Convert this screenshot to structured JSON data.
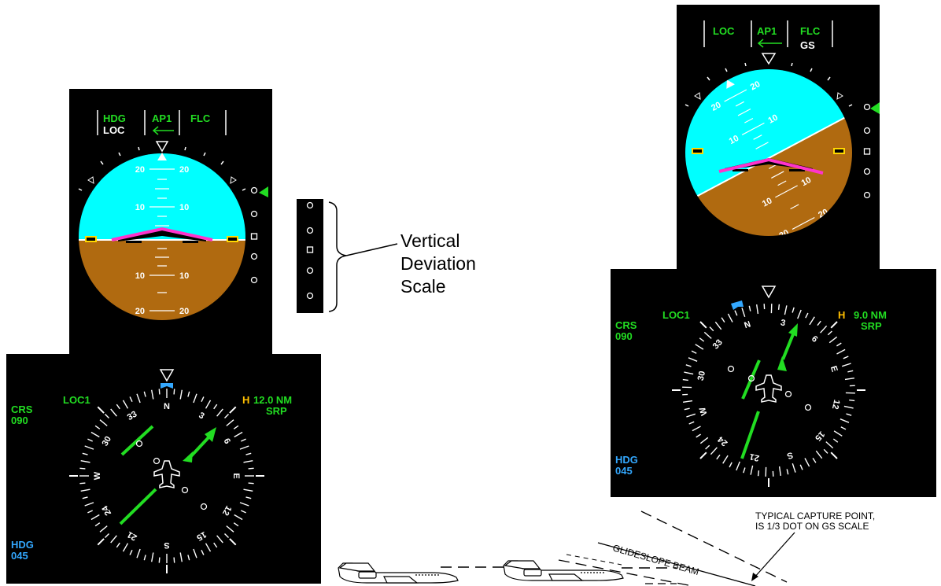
{
  "colors": {
    "sky": "#00ffff",
    "ground": "#b06a10",
    "active_mode": "#22dd22",
    "armed_mode": "#ffffff",
    "magenta_cue": "#ff33cc",
    "hdg_cyan": "#33a8ff",
    "hsi_source": "#ffbf00",
    "deviation_pointer": "#22dd22"
  },
  "left_display": {
    "fma": {
      "lateral_active": "HDG",
      "lateral_armed": "LOC",
      "autopilot": "AP1",
      "vertical_active": "FLC"
    },
    "pitch_labels": [
      "20",
      "20",
      "10",
      "10",
      "10",
      "10",
      "20",
      "20"
    ],
    "hsi": {
      "crs_label": "CRS",
      "crs_value": "090",
      "nav_source": "LOC1",
      "dme_prefix": "H",
      "dme_distance": "12.0 NM",
      "dme_source": "SRP",
      "hdg_label": "HDG",
      "hdg_value": "045",
      "compass_labels": [
        "N",
        "3",
        "6",
        "E",
        "12",
        "15",
        "S",
        "21",
        "24",
        "W",
        "30",
        "33"
      ]
    }
  },
  "vds_callout": {
    "line1": "Vertical",
    "line2": "Deviation",
    "line3": "Scale"
  },
  "right_display": {
    "fma": {
      "lateral_active": "LOC",
      "autopilot": "AP1",
      "vertical_active": "FLC",
      "vertical_armed": "GS"
    },
    "pitch_labels": [
      "20",
      "20",
      "10",
      "10",
      "10",
      "10",
      "20",
      "20"
    ],
    "hsi": {
      "crs_label": "CRS",
      "crs_value": "090",
      "nav_source": "LOC1",
      "dme_prefix": "H",
      "dme_distance": "9.0 NM",
      "dme_source": "SRP",
      "hdg_label": "HDG",
      "hdg_value": "045",
      "compass_labels": [
        "N",
        "3",
        "6",
        "E",
        "12",
        "15",
        "S",
        "21",
        "24",
        "W",
        "30",
        "33"
      ]
    }
  },
  "approach_diagram": {
    "capture_note_line1": "TYPICAL CAPTURE POINT,",
    "capture_note_line2": "IS 1/3 DOT ON GS SCALE",
    "beam_label": "GLIDESLOPE BEAM"
  }
}
